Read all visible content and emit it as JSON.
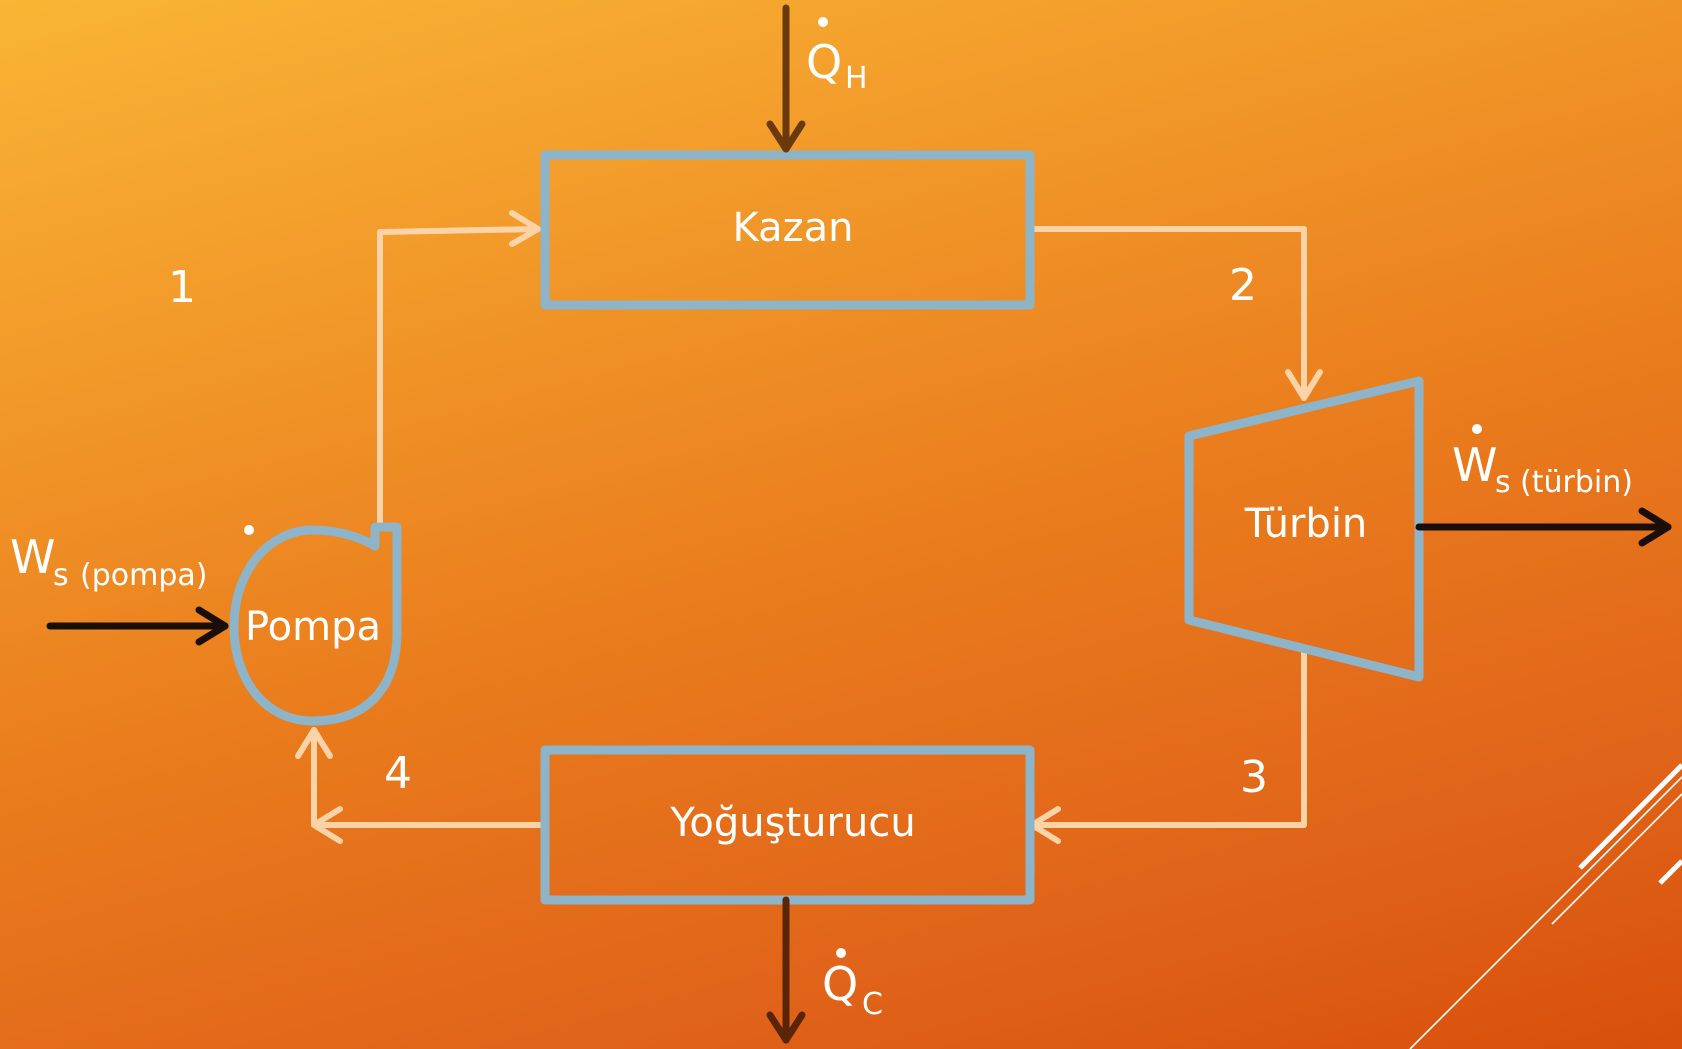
{
  "diagram": {
    "equipment": {
      "boiler": "Kazan",
      "turbine": "Türbin",
      "condenser": "Yoğuşturucu",
      "pump": "Pompa"
    },
    "states": [
      "1",
      "2",
      "3",
      "4"
    ],
    "heat_in": {
      "symbol": "Q",
      "subscript": "H"
    },
    "heat_out": {
      "symbol": "Q",
      "subscript": "C"
    },
    "work_turbine": {
      "symbol": "W",
      "subscript": "s",
      "qualifier": "(türbin)"
    },
    "work_pump": {
      "symbol": "W",
      "subscript": "s",
      "qualifier": "(pompa)"
    }
  },
  "colors": {
    "equipment_outline": "#8db4c8",
    "process_flow": "#fbd3a6",
    "heat_arrow_in": "#6a3a0c",
    "heat_arrow_out": "#5a2507",
    "work_arrow": "#1a0f08",
    "text": "#ffffff"
  }
}
